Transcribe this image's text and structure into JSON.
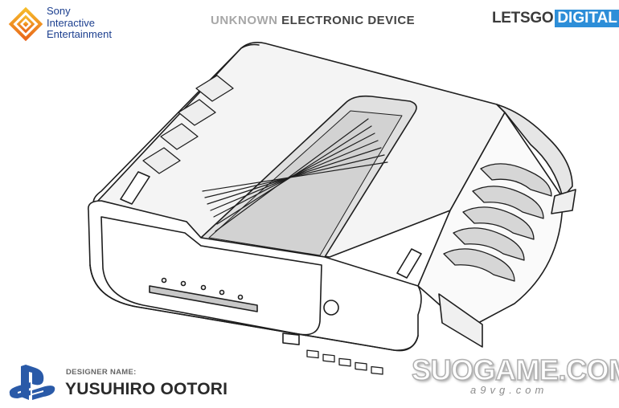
{
  "header": {
    "publisher_lines": [
      "Sony",
      "Interactive",
      "Entertainment"
    ],
    "title_part1": "UNKNOWN",
    "title_part2": "ELECTRONIC DEVICE",
    "source_lets": "LETSGO",
    "source_digital": "DIGITAL"
  },
  "designer": {
    "label": "DESIGNER NAME:",
    "name": "YUSUHIRO OOTORI"
  },
  "watermark": {
    "main": "SUOGAME.COM",
    "sub": "a9vg.com"
  },
  "colors": {
    "sony_blue": "#1c3f8f",
    "digital_blue": "#2d8ed8",
    "ps_blue": "#2a5aa8",
    "logo_orange": "#f39c12",
    "logo_yellow": "#f7c12b"
  }
}
